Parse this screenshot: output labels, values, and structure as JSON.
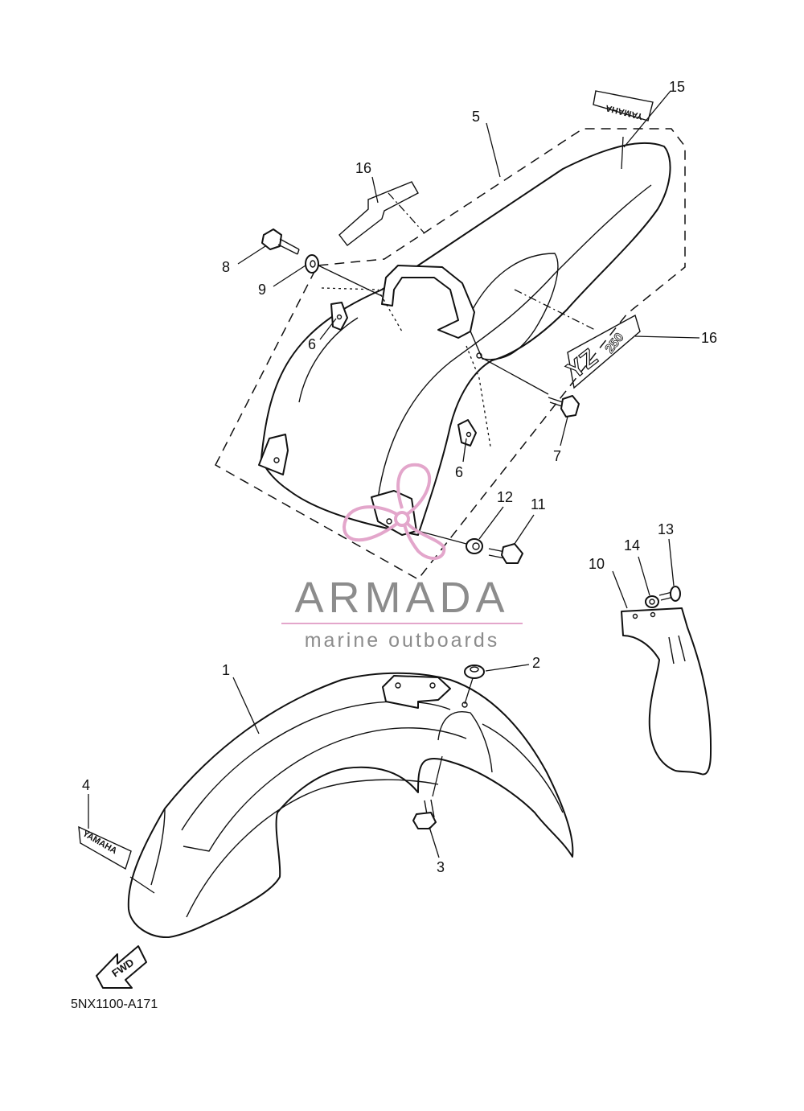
{
  "callouts": [
    {
      "id": "1",
      "label": "1"
    },
    {
      "id": "2",
      "label": "2"
    },
    {
      "id": "3",
      "label": "3"
    },
    {
      "id": "4",
      "label": "4"
    },
    {
      "id": "5",
      "label": "5"
    },
    {
      "id": "6a",
      "label": "6"
    },
    {
      "id": "6b",
      "label": "6"
    },
    {
      "id": "7",
      "label": "7"
    },
    {
      "id": "8",
      "label": "8"
    },
    {
      "id": "9",
      "label": "9"
    },
    {
      "id": "10",
      "label": "10"
    },
    {
      "id": "11",
      "label": "11"
    },
    {
      "id": "12",
      "label": "12"
    },
    {
      "id": "13",
      "label": "13"
    },
    {
      "id": "14",
      "label": "14"
    },
    {
      "id": "15",
      "label": "15"
    },
    {
      "id": "16a",
      "label": "16"
    },
    {
      "id": "16b",
      "label": "16"
    }
  ],
  "decals": {
    "front_brand": "YAMAHA",
    "rear_brand": "YAMAHA",
    "model_prefix": "YZ",
    "model_number": "250",
    "direction": "FWD"
  },
  "watermark": {
    "title": "ARMADA",
    "subtitle": "marine outboards",
    "accent_color": "#e3a6cb",
    "text_color": "#8c8c8c"
  },
  "diagram_code": "5NX1100-A171"
}
